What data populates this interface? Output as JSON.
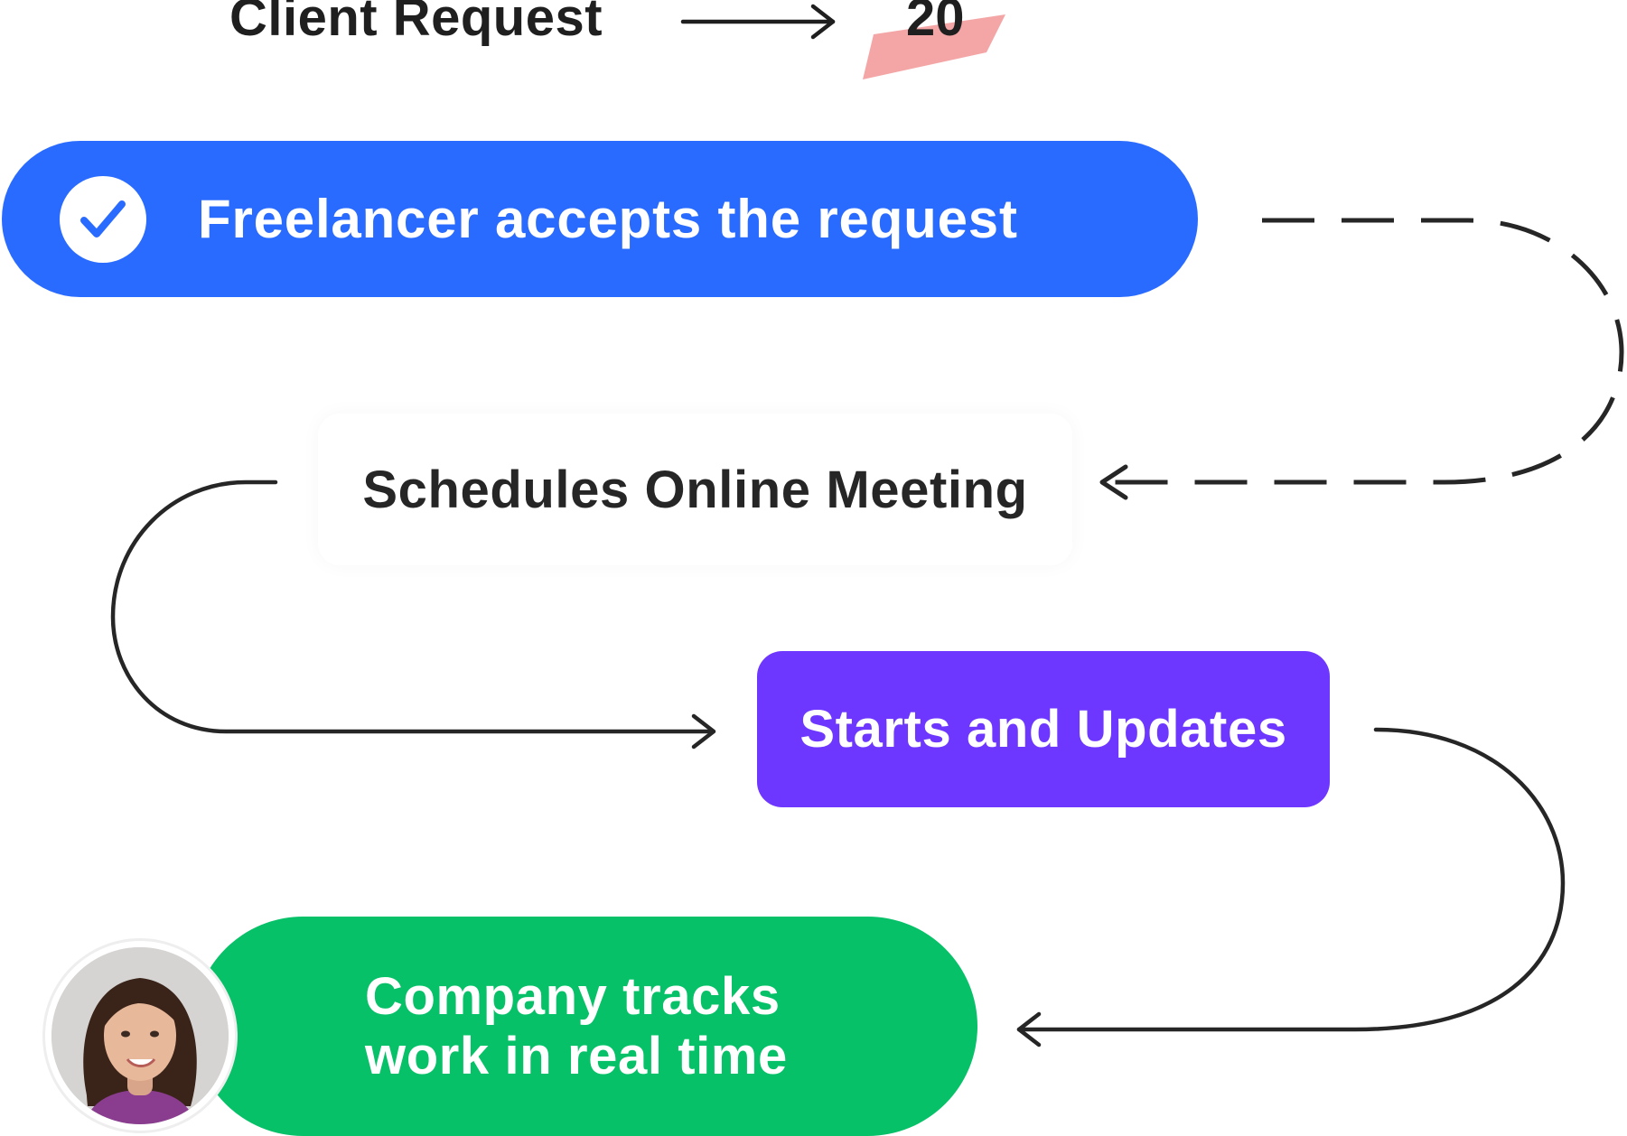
{
  "header": {
    "title": "Client Request",
    "count": "20"
  },
  "steps": {
    "accept": "Freelancer accepts the request",
    "meeting": "Schedules Online Meeting",
    "updates": "Starts and Updates",
    "tracks_line1": "Company tracks",
    "tracks_line2": "work in real time"
  },
  "icons": {
    "check": "check-icon",
    "avatar": "person-avatar",
    "arrow": "arrow-right-icon"
  },
  "colors": {
    "accept": "#2a6bff",
    "updates": "#6e37ff",
    "tracks": "#06c167",
    "count_tag": "#f4a6a6",
    "ink": "#262626"
  }
}
